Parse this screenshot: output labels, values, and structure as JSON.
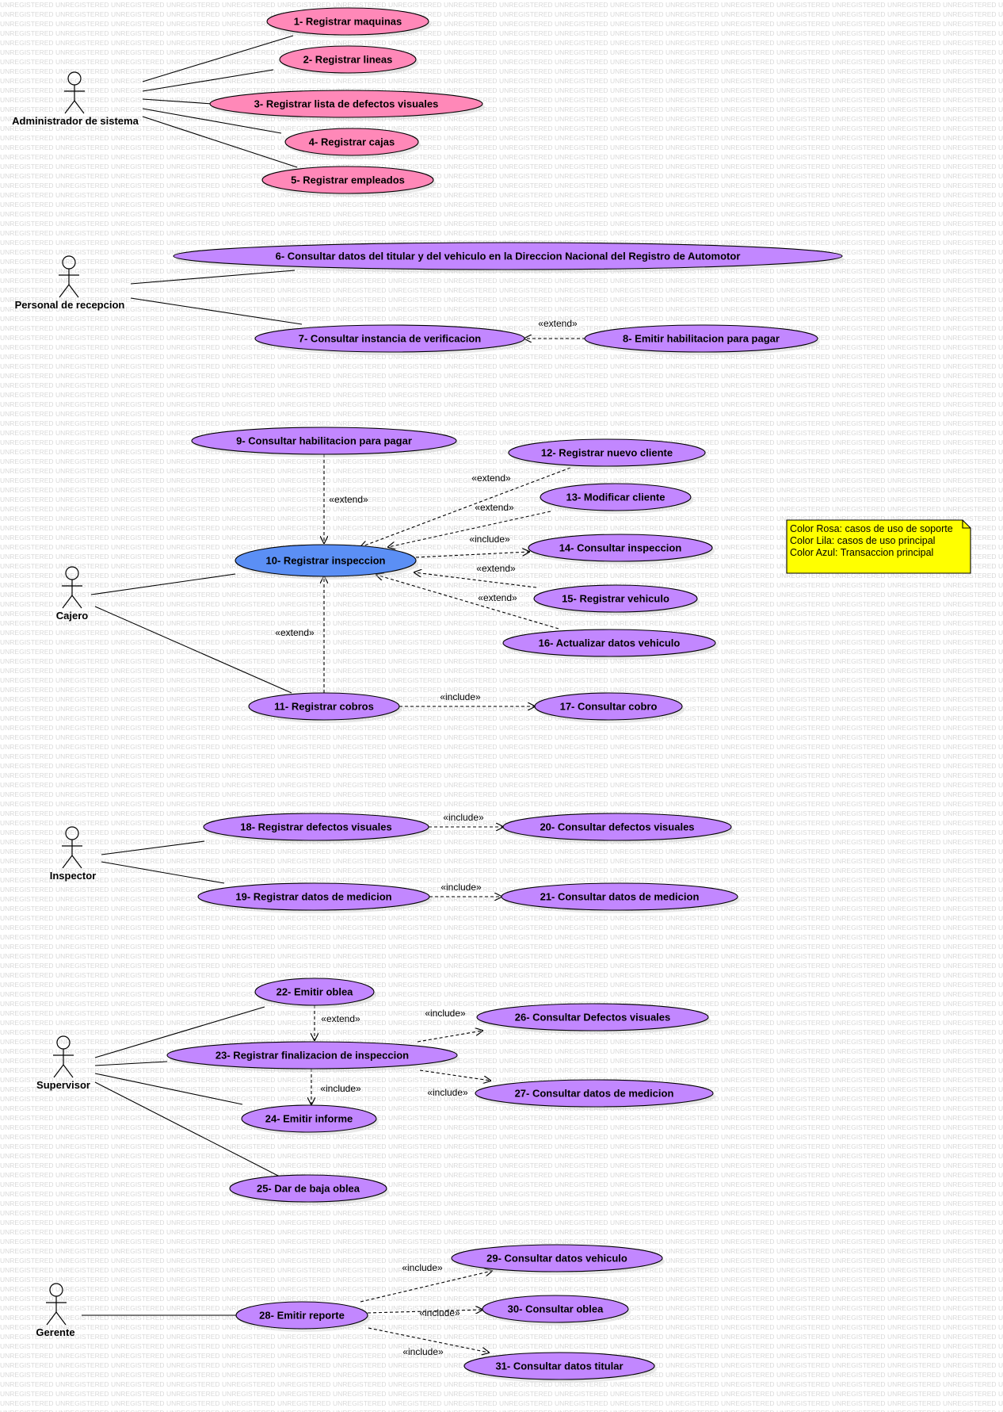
{
  "colors": {
    "support": "#ff88b8",
    "main": "#c287ff",
    "transaction": "#5b8ff5",
    "note": "#ffff00",
    "watermark": "#d9d9d9"
  },
  "watermark": "UNREGISTERED",
  "note": {
    "lines": [
      "Color Rosa: casos de uso de soporte",
      "Color Lila: casos de uso principal",
      "Color Azul: Transaccion principal"
    ]
  },
  "actors": [
    {
      "id": "admin",
      "label": "Administrador de sistema"
    },
    {
      "id": "recep",
      "label": "Personal de recepcion"
    },
    {
      "id": "cajero",
      "label": "Cajero"
    },
    {
      "id": "inspector",
      "label": "Inspector"
    },
    {
      "id": "supervisor",
      "label": "Supervisor"
    },
    {
      "id": "gerente",
      "label": "Gerente"
    }
  ],
  "use_cases": [
    {
      "id": "uc1",
      "label": "1- Registrar maquinas",
      "kind": "support"
    },
    {
      "id": "uc2",
      "label": "2- Registrar lineas",
      "kind": "support"
    },
    {
      "id": "uc3",
      "label": "3- Registrar lista de defectos visuales",
      "kind": "support"
    },
    {
      "id": "uc4",
      "label": "4- Registrar cajas",
      "kind": "support"
    },
    {
      "id": "uc5",
      "label": "5- Registrar empleados",
      "kind": "support"
    },
    {
      "id": "uc6",
      "label": "6- Consultar datos del titular y del vehiculo en la Direccion Nacional del Registro de Automotor",
      "kind": "main"
    },
    {
      "id": "uc7",
      "label": "7- Consultar instancia de verificacion",
      "kind": "main"
    },
    {
      "id": "uc8",
      "label": "8- Emitir habilitacion para pagar",
      "kind": "main"
    },
    {
      "id": "uc9",
      "label": "9- Consultar habilitacion para pagar",
      "kind": "main"
    },
    {
      "id": "uc10",
      "label": "10- Registrar inspeccion",
      "kind": "transaction"
    },
    {
      "id": "uc11",
      "label": "11- Registrar cobros",
      "kind": "main"
    },
    {
      "id": "uc12",
      "label": "12- Registrar nuevo cliente",
      "kind": "main"
    },
    {
      "id": "uc13",
      "label": "13- Modificar cliente",
      "kind": "main"
    },
    {
      "id": "uc14",
      "label": "14- Consultar inspeccion",
      "kind": "main"
    },
    {
      "id": "uc15",
      "label": "15- Registrar vehiculo",
      "kind": "main"
    },
    {
      "id": "uc16",
      "label": "16- Actualizar datos vehiculo",
      "kind": "main"
    },
    {
      "id": "uc17",
      "label": "17- Consultar cobro",
      "kind": "main"
    },
    {
      "id": "uc18",
      "label": "18- Registrar defectos visuales",
      "kind": "main"
    },
    {
      "id": "uc19",
      "label": "19- Registrar datos de medicion",
      "kind": "main"
    },
    {
      "id": "uc20",
      "label": "20- Consultar defectos visuales",
      "kind": "main"
    },
    {
      "id": "uc21",
      "label": "21- Consultar datos de medicion",
      "kind": "main"
    },
    {
      "id": "uc22",
      "label": "22- Emitir oblea",
      "kind": "main"
    },
    {
      "id": "uc23",
      "label": "23- Registrar finalizacion de inspeccion",
      "kind": "main"
    },
    {
      "id": "uc24",
      "label": "24- Emitir informe",
      "kind": "main"
    },
    {
      "id": "uc25",
      "label": "25- Dar de baja oblea",
      "kind": "main"
    },
    {
      "id": "uc26",
      "label": "26- Consultar Defectos visuales",
      "kind": "main"
    },
    {
      "id": "uc27",
      "label": "27- Consultar datos de medicion",
      "kind": "main"
    },
    {
      "id": "uc28",
      "label": "28- Emitir reporte",
      "kind": "main"
    },
    {
      "id": "uc29",
      "label": "29- Consultar datos vehiculo",
      "kind": "main"
    },
    {
      "id": "uc30",
      "label": "30- Consultar oblea",
      "kind": "main"
    },
    {
      "id": "uc31",
      "label": "31- Consultar datos titular",
      "kind": "main"
    }
  ],
  "associations": [
    [
      "admin",
      "uc1"
    ],
    [
      "admin",
      "uc2"
    ],
    [
      "admin",
      "uc3"
    ],
    [
      "admin",
      "uc4"
    ],
    [
      "admin",
      "uc5"
    ],
    [
      "recep",
      "uc6"
    ],
    [
      "recep",
      "uc7"
    ],
    [
      "cajero",
      "uc10"
    ],
    [
      "cajero",
      "uc11"
    ],
    [
      "inspector",
      "uc18"
    ],
    [
      "inspector",
      "uc19"
    ],
    [
      "supervisor",
      "uc22"
    ],
    [
      "supervisor",
      "uc23"
    ],
    [
      "supervisor",
      "uc24"
    ],
    [
      "supervisor",
      "uc25"
    ],
    [
      "gerente",
      "uc28"
    ]
  ],
  "dependencies": [
    {
      "from": "uc8",
      "to": "uc7",
      "label": "«extend»"
    },
    {
      "from": "uc9",
      "to": "uc10",
      "label": "«extend»"
    },
    {
      "from": "uc12",
      "to": "uc10",
      "label": "«extend»"
    },
    {
      "from": "uc13",
      "to": "uc10",
      "label": "«extend»"
    },
    {
      "from": "uc10",
      "to": "uc14",
      "label": "«include»"
    },
    {
      "from": "uc15",
      "to": "uc10",
      "label": "«extend»"
    },
    {
      "from": "uc16",
      "to": "uc10",
      "label": "«extend»"
    },
    {
      "from": "uc11",
      "to": "uc10",
      "label": "«extend»"
    },
    {
      "from": "uc11",
      "to": "uc17",
      "label": "«include»"
    },
    {
      "from": "uc18",
      "to": "uc20",
      "label": "«include»"
    },
    {
      "from": "uc19",
      "to": "uc21",
      "label": "«include»"
    },
    {
      "from": "uc22",
      "to": "uc23",
      "label": "«extend»"
    },
    {
      "from": "uc23",
      "to": "uc26",
      "label": "«include»"
    },
    {
      "from": "uc23",
      "to": "uc27",
      "label": "«include»"
    },
    {
      "from": "uc23",
      "to": "uc24",
      "label": "«include»"
    },
    {
      "from": "uc28",
      "to": "uc29",
      "label": "«include»"
    },
    {
      "from": "uc28",
      "to": "uc30",
      "label": "«include»"
    },
    {
      "from": "uc28",
      "to": "uc31",
      "label": "«include»"
    }
  ]
}
